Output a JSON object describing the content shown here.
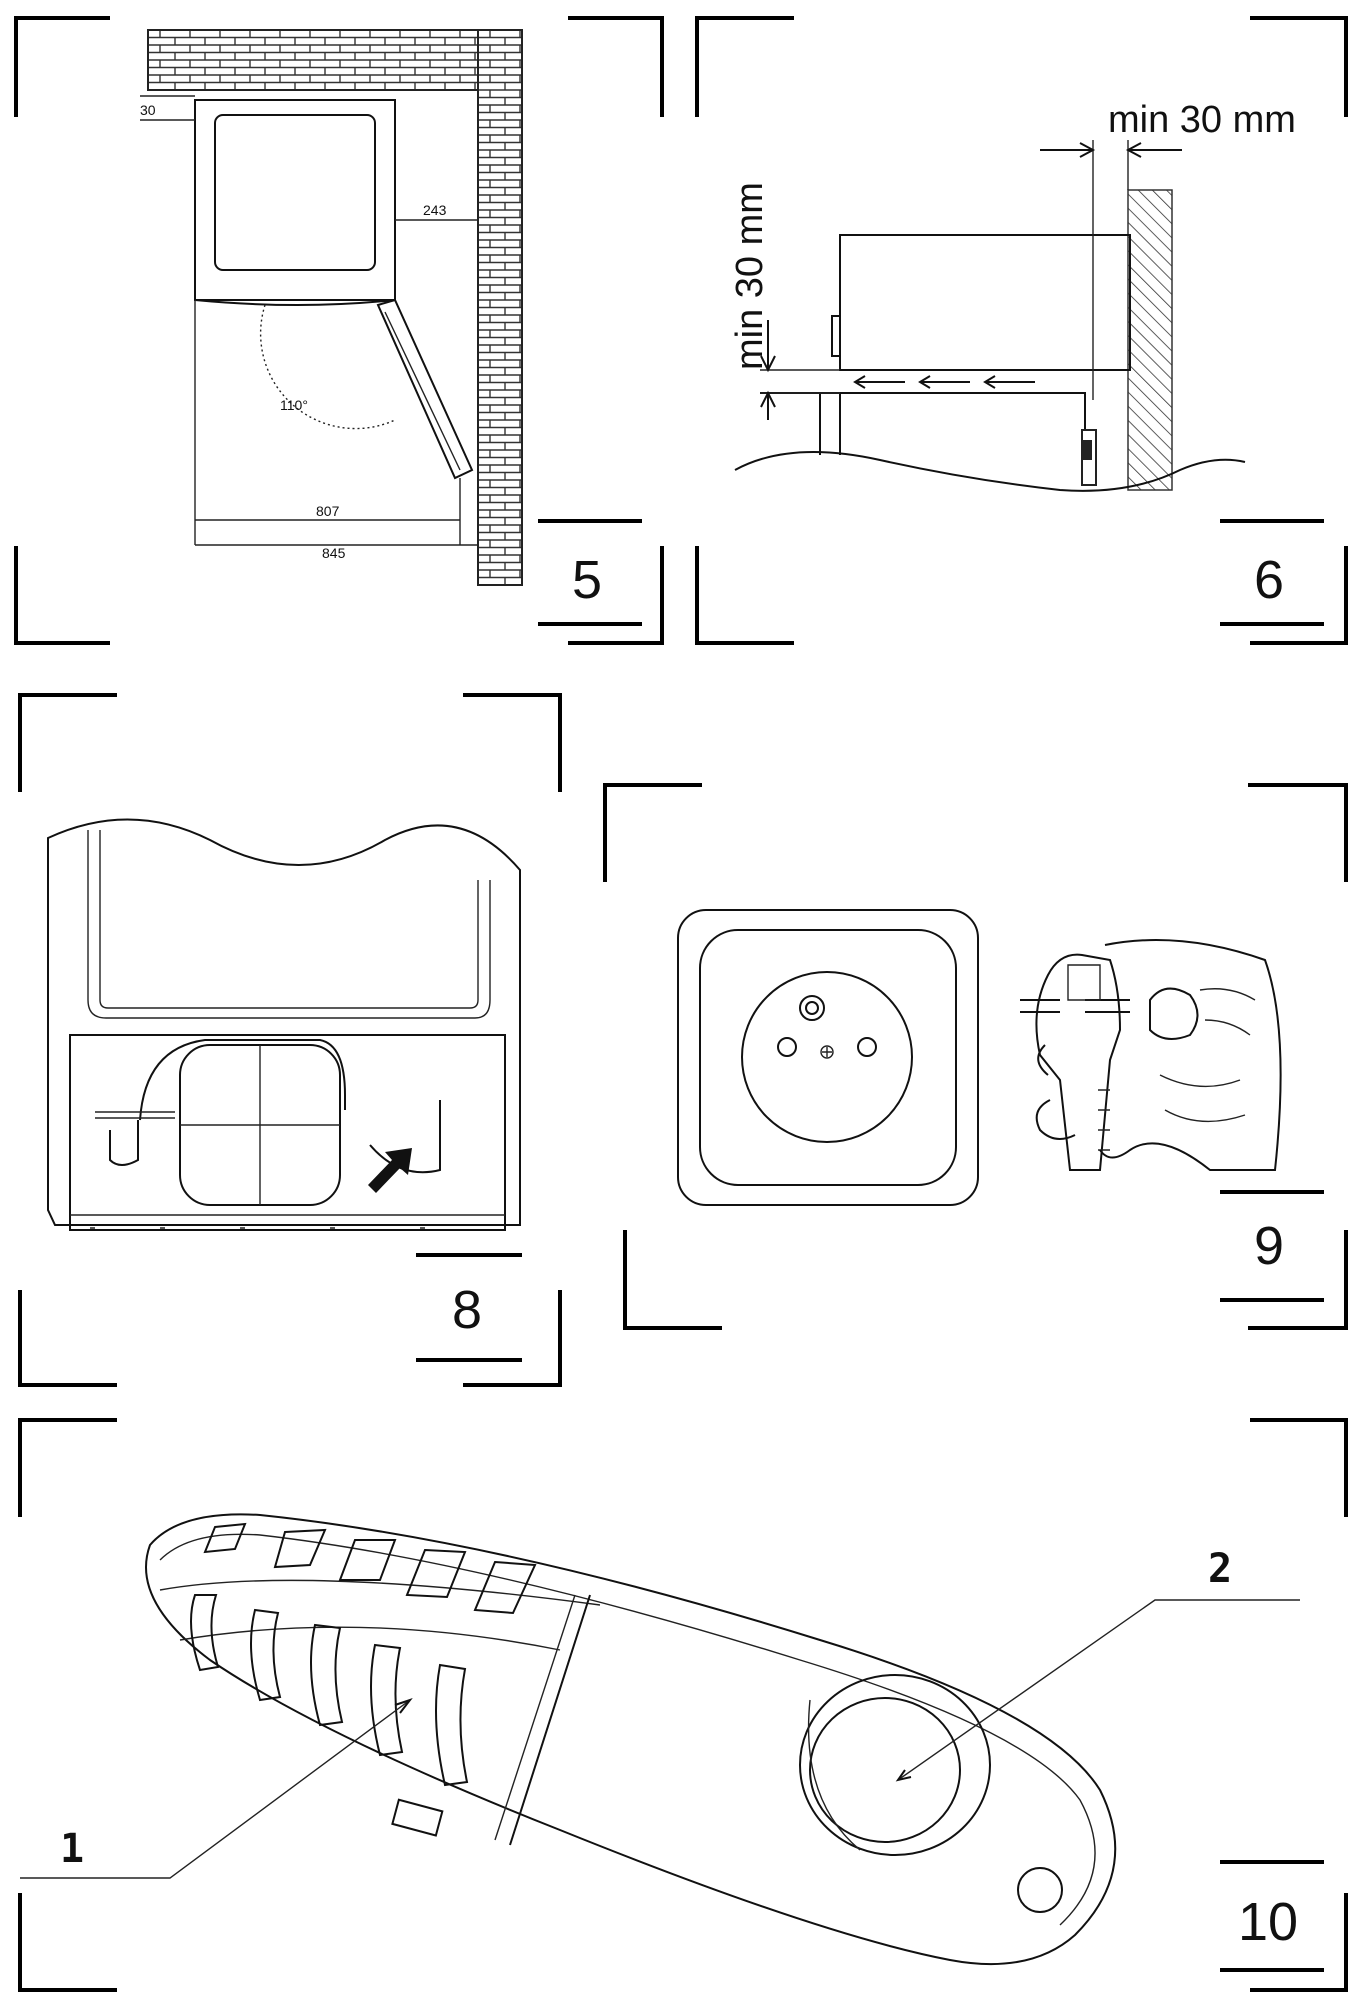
{
  "panels": {
    "p5": {
      "number": "5",
      "dims": {
        "top_gap": "30",
        "side_gap": "243",
        "door_angle": "110°",
        "width_inner": "807",
        "width_outer": "845"
      }
    },
    "p6": {
      "number": "6",
      "clearance_side": "min 30 mm",
      "clearance_bottom": "min 30 mm"
    },
    "p8": {
      "number": "8"
    },
    "p9": {
      "number": "9"
    },
    "p10": {
      "number": "10",
      "callouts": [
        "1",
        "2"
      ]
    }
  }
}
